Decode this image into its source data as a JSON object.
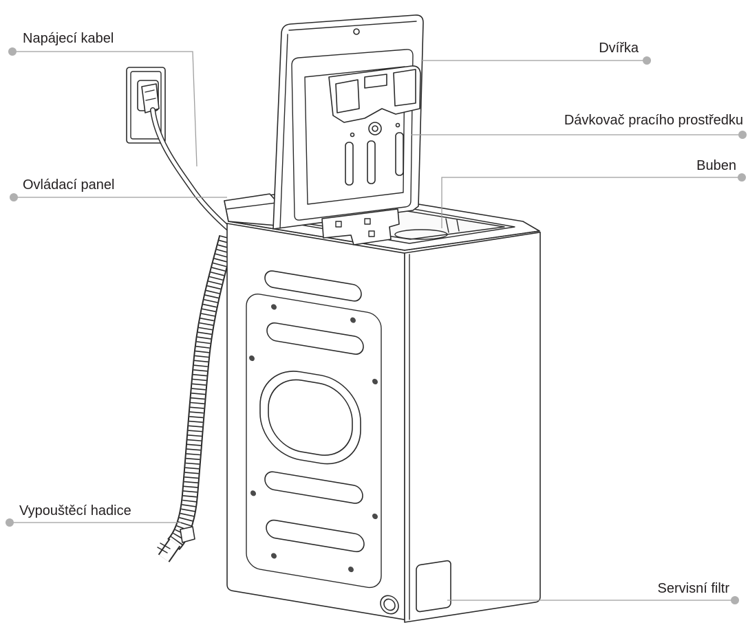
{
  "labels": {
    "power_cable": "Napájecí kabel",
    "door": "Dvířka",
    "detergent_dispenser": "Dávkovač pracího prostředku",
    "drum": "Buben",
    "control_panel": "Ovládací panel",
    "drain_hose": "Vypouštěcí hadice",
    "service_filter": "Servisní filtr"
  },
  "colors": {
    "ink": "#2b2b2b",
    "leader": "#9e9e9e",
    "dot": "#b0b0b0",
    "label": "#231f20"
  }
}
